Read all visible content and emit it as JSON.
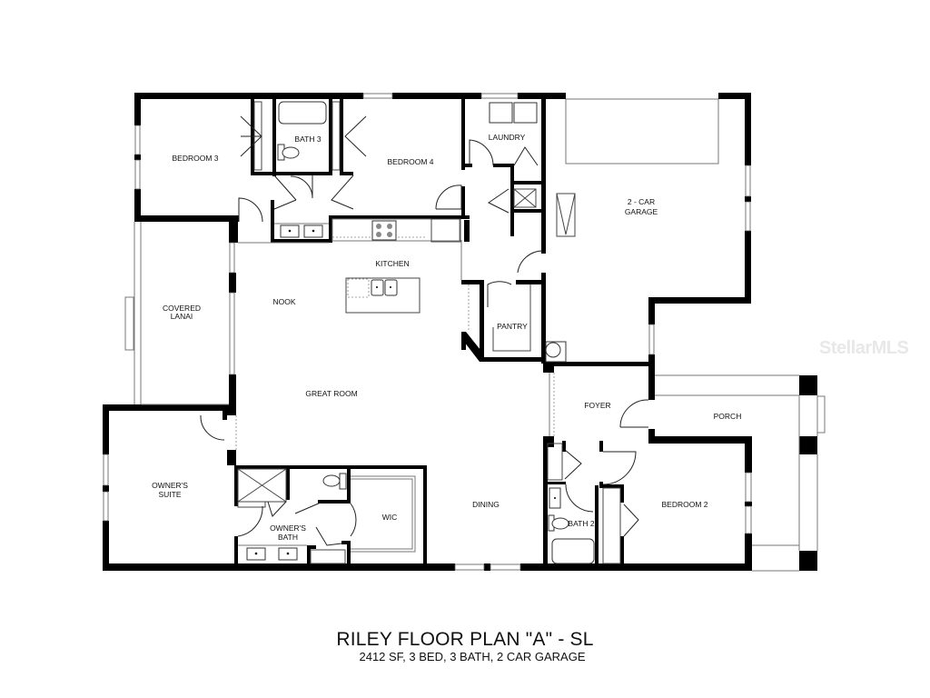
{
  "plan": {
    "title": "RILEY FLOOR PLAN \"A\" - SL",
    "subtitle": "2412 SF, 3 BED, 3 BATH, 2 CAR GARAGE",
    "watermark": "StellarMLS"
  },
  "rooms": {
    "bedroom3": "BEDROOM 3",
    "bath3": "BATH 3",
    "bedroom4": "BEDROOM 4",
    "laundry": "LAUNDRY",
    "garage_line1": "2 - CAR",
    "garage_line2": "GARAGE",
    "kitchen": "KITCHEN",
    "nook": "NOOK",
    "lanai_line1": "COVERED",
    "lanai_line2": "LANAI",
    "pantry": "PANTRY",
    "great_room": "GREAT ROOM",
    "foyer": "FOYER",
    "porch": "PORCH",
    "owners_suite_line1": "OWNER'S",
    "owners_suite_line2": "SUITE",
    "owners_bath_line1": "OWNER'S",
    "owners_bath_line2": "BATH",
    "wic": "WIC",
    "dining": "DINING",
    "bath2": "BATH 2",
    "bedroom2": "BEDROOM 2"
  },
  "colors": {
    "wall": "#000000",
    "background": "#ffffff",
    "watermark": "#e8e8e8"
  }
}
